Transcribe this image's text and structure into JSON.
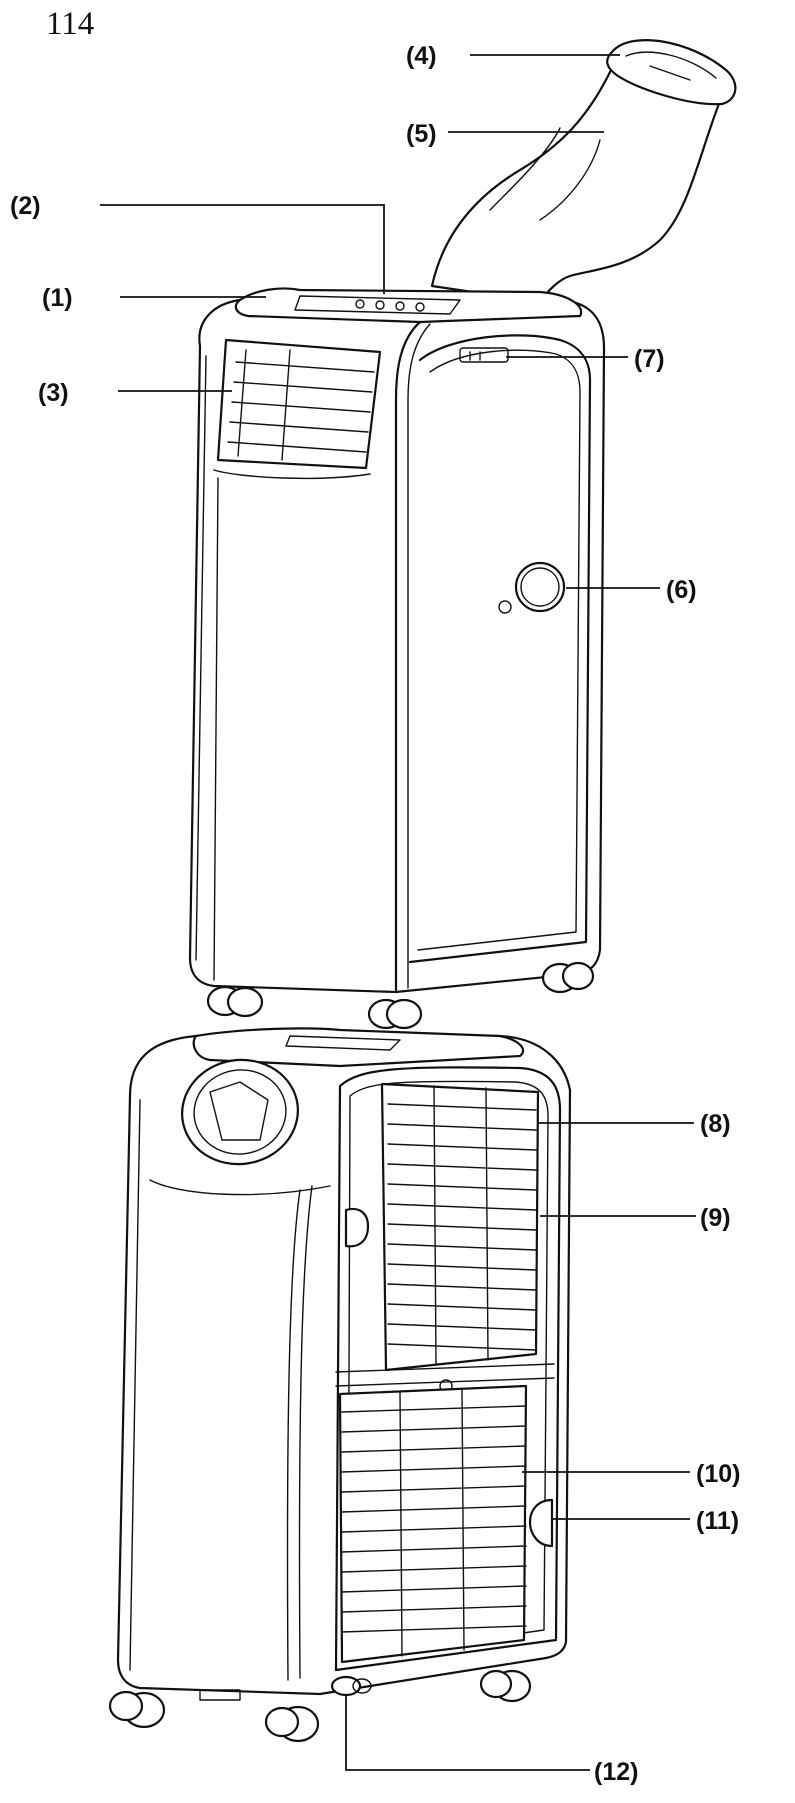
{
  "page": {
    "number": "114"
  },
  "callouts": {
    "c1": "(1)",
    "c2": "(2)",
    "c3": "(3)",
    "c4": "(4)",
    "c5": "(5)",
    "c6": "(6)",
    "c7": "(7)",
    "c8": "(8)",
    "c9": "(9)",
    "c10": "(10)",
    "c11": "(11)",
    "c12": "(12)"
  },
  "colors": {
    "line": "#111111",
    "background": "#ffffff"
  }
}
